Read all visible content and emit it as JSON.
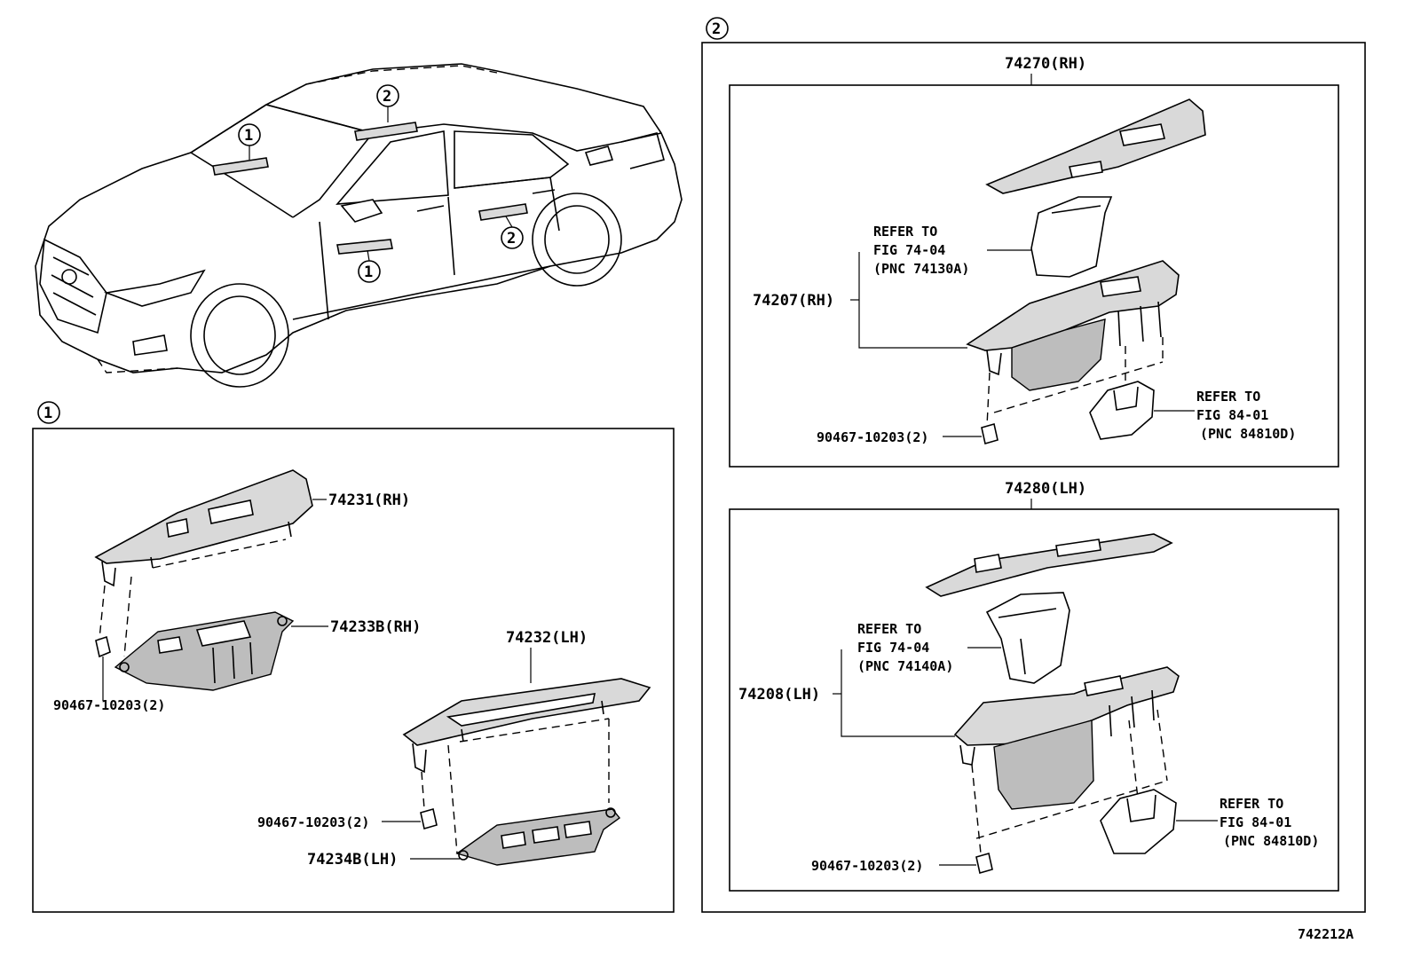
{
  "diagram_number": "742212A",
  "callouts": {
    "one": "1",
    "two": "2"
  },
  "group1": {
    "parts": {
      "p74231": "74231(RH)",
      "p74233B": "74233B(RH)",
      "p74232": "74232(LH)",
      "p74234B": "74234B(LH)",
      "clip_a": "90467-10203(2)",
      "clip_b": "90467-10203(2)"
    }
  },
  "group2": {
    "rh_assembly": "74270(RH)",
    "lh_assembly": "74280(LH)",
    "rh": {
      "p74207": "74207(RH)",
      "clip": "90467-10203(2)",
      "refer_bezel": [
        "REFER TO",
        "FIG 74-04",
        "(PNC 74130A)"
      ],
      "refer_switch": [
        "REFER TO",
        "FIG 84-01",
        "(PNC 84810D)"
      ]
    },
    "lh": {
      "p74208": "74208(LH)",
      "clip": "90467-10203(2)",
      "refer_bezel": [
        "REFER TO",
        "FIG 74-04",
        "(PNC 74140A)"
      ],
      "refer_switch": [
        "REFER TO",
        "FIG 84-01",
        "(PNC 84810D)"
      ]
    }
  }
}
